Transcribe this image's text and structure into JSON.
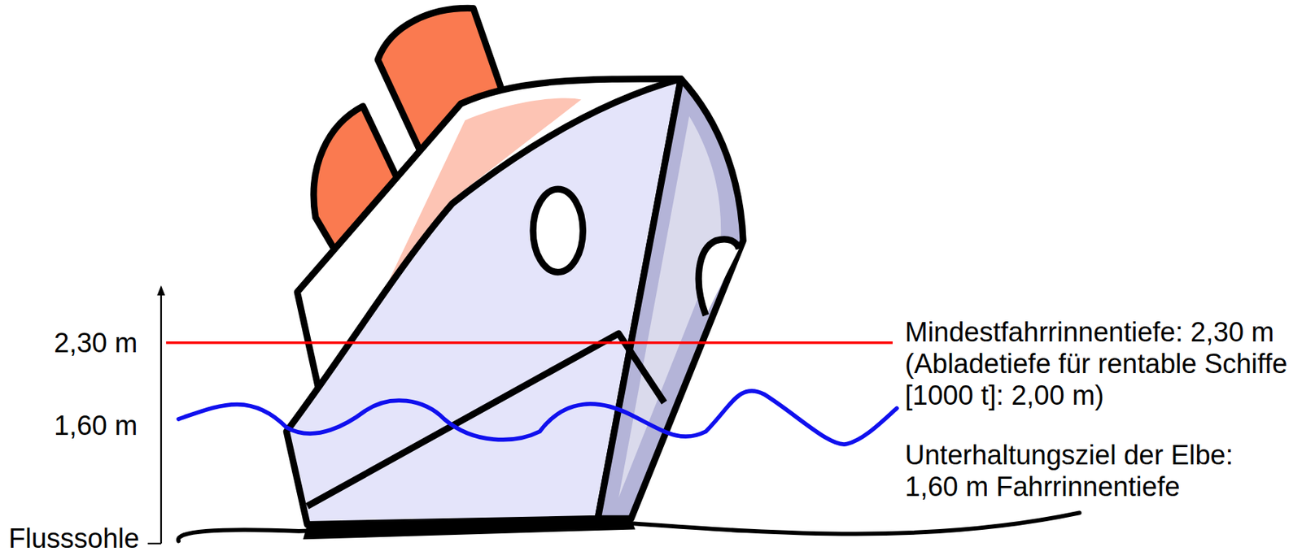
{
  "diagram": {
    "labels": [
      "2,30 m",
      "1,60 m",
      "Flusssohle",
      "Mindestfahrrinnentiefe: 2,30 m (Abladetiefe für rentable Schiffe [1000 t]: 2,00 m)",
      "Unterhaltungsziel der Elbe: 1,60 m Fahrrinnentiefe"
    ]
  }
}
